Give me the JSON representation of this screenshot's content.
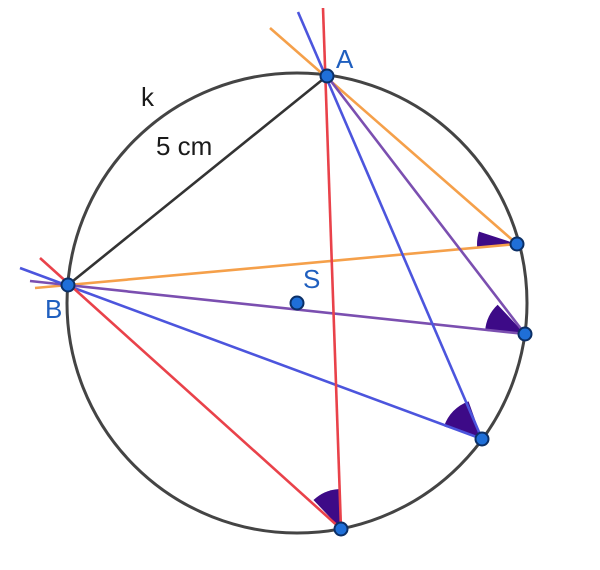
{
  "labels": {
    "circle": "k",
    "side_length": "5 cm",
    "point_a": "A",
    "point_b": "B",
    "center": "S"
  },
  "colors": {
    "circle": "#444444",
    "chord_ab": "#333333",
    "orange": "#f5a04a",
    "purple": "#7b4fb0",
    "blue": "#4c55dd",
    "red": "#e9424a",
    "angle_fill": "#3d0a87",
    "point_fill": "#1f6fd8",
    "point_stroke": "#0b2f66",
    "label_blue": "#1f5fbf"
  },
  "lines": [
    {
      "name": "orange",
      "color_key": "orange"
    },
    {
      "name": "purple",
      "color_key": "purple"
    },
    {
      "name": "blue",
      "color_key": "blue"
    },
    {
      "name": "red",
      "color_key": "red"
    }
  ]
}
